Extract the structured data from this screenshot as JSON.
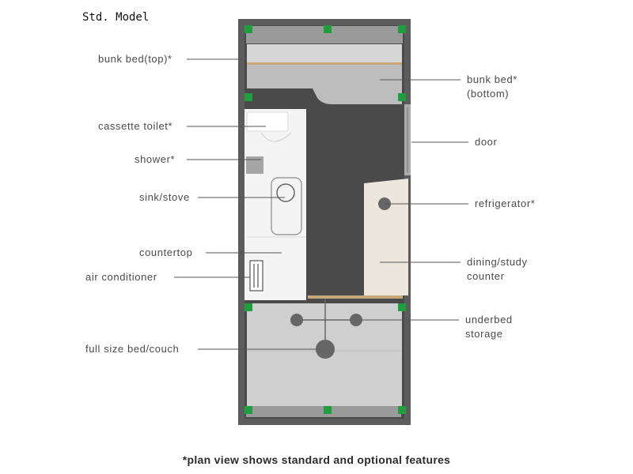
{
  "title": "Std. Model",
  "footnote": "*plan view shows standard and optional features",
  "labels": {
    "bunk_bed_top": "bunk bed(top)*",
    "cassette_toilet": "cassette toilet*",
    "shower": "shower*",
    "sink_stove": "sink/stove",
    "countertop": "countertop",
    "air_conditioner": "air conditioner",
    "full_size_bed": "full size bed/couch",
    "bunk_bed_bottom_line1": "bunk bed*",
    "bunk_bed_bottom_line2": "(bottom)",
    "door": "door",
    "refrigerator": "refrigerator*",
    "dining_line1": "dining/study",
    "dining_line2": "counter",
    "underbed_line1": "underbed",
    "underbed_line2": "storage"
  },
  "colors": {
    "wall": "#5c5c5c",
    "floor": "#4a4a4a",
    "fixture": "#f4f4f4",
    "bed": "#cfcfcf",
    "accent_green": "#1e9e3c",
    "leader_line": "#555555",
    "marker": "#666666"
  }
}
